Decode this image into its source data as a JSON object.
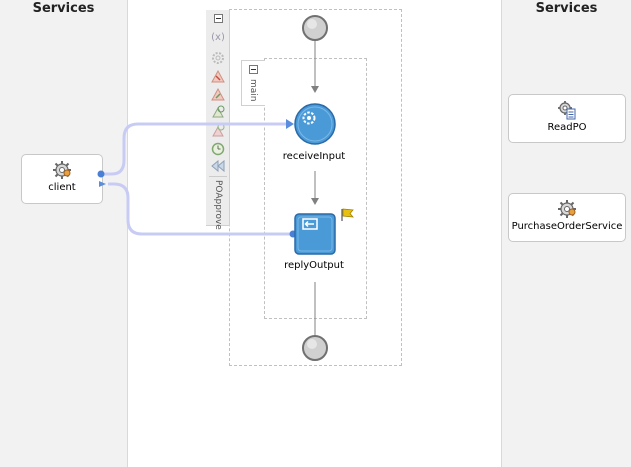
{
  "lanes": {
    "left_title": "Services",
    "right_title": "Services"
  },
  "services": {
    "client": {
      "label": "client",
      "icon": "gear-service-icon"
    },
    "readpo": {
      "label": "ReadPO",
      "icon": "file-adapter-icon"
    },
    "purchaseorder": {
      "label": "PurchaseOrderService",
      "icon": "gear-service-icon"
    }
  },
  "process": {
    "scope_label": "POApprove",
    "sequence_label": "main",
    "receive_label": "receiveInput",
    "reply_label": "replyOutput"
  },
  "toolbar": {
    "variables_glyph": "(x)"
  },
  "colors": {
    "wire": "#c8ccf5",
    "activity_blue": "#4a9ad8",
    "arrow": "#808080"
  }
}
